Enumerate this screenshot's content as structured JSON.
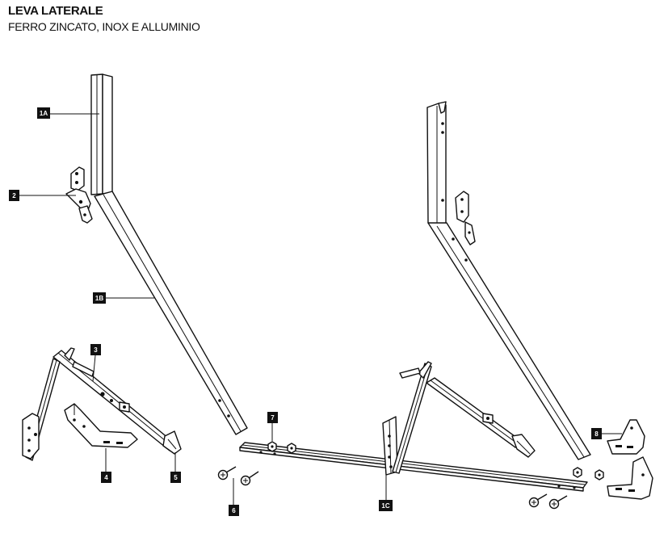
{
  "header": {
    "title": "LEVA LATERALE",
    "subtitle": "FERRO ZINCATO, INOX E ALLUMINIO"
  },
  "labels": {
    "l1A": "1A",
    "l2": "2",
    "l1B": "1B",
    "l3": "3",
    "l4": "4",
    "l5": "5",
    "l6": "6",
    "l7": "7",
    "l1C": "1C",
    "l8": "8"
  }
}
